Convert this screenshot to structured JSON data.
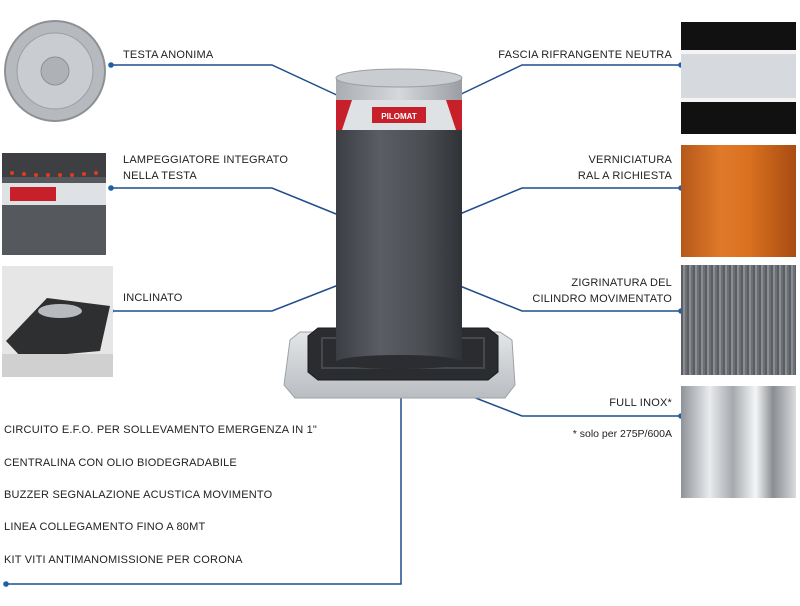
{
  "callouts_left": [
    {
      "label": "TESTA ANONIMA"
    },
    {
      "label": "LAMPEGGIATORE INTEGRATO\nNELLA TESTA"
    },
    {
      "label": "INCLINATO"
    }
  ],
  "callouts_right": [
    {
      "label": "FASCIA RIFRANGENTE NEUTRA"
    },
    {
      "label": "VERNICIATURA\nRAL A RICHIESTA"
    },
    {
      "label": "ZIGRINATURA DEL\nCILINDRO MOVIMENTATO"
    },
    {
      "label": "FULL INOX*"
    }
  ],
  "footnote": "* solo per 275P/600A",
  "features": [
    "CIRCUITO E.F.O. PER SOLLEVAMENTO EMERGENZA IN 1\"",
    "CENTRALINA CON OLIO BIODEGRADABILE",
    "BUZZER SEGNALAZIONE ACUSTICA MOVIMENTO",
    "LINEA COLLEGAMENTO FINO A 80MT",
    "KIT VITI ANTIMANOMISSIONE PER CORONA"
  ],
  "brand": "PILOMAT",
  "colors": {
    "line": "#1f4e8c",
    "dot": "#1f5fa8",
    "bollard": "#4a4d52",
    "orange": "#d9701f"
  }
}
